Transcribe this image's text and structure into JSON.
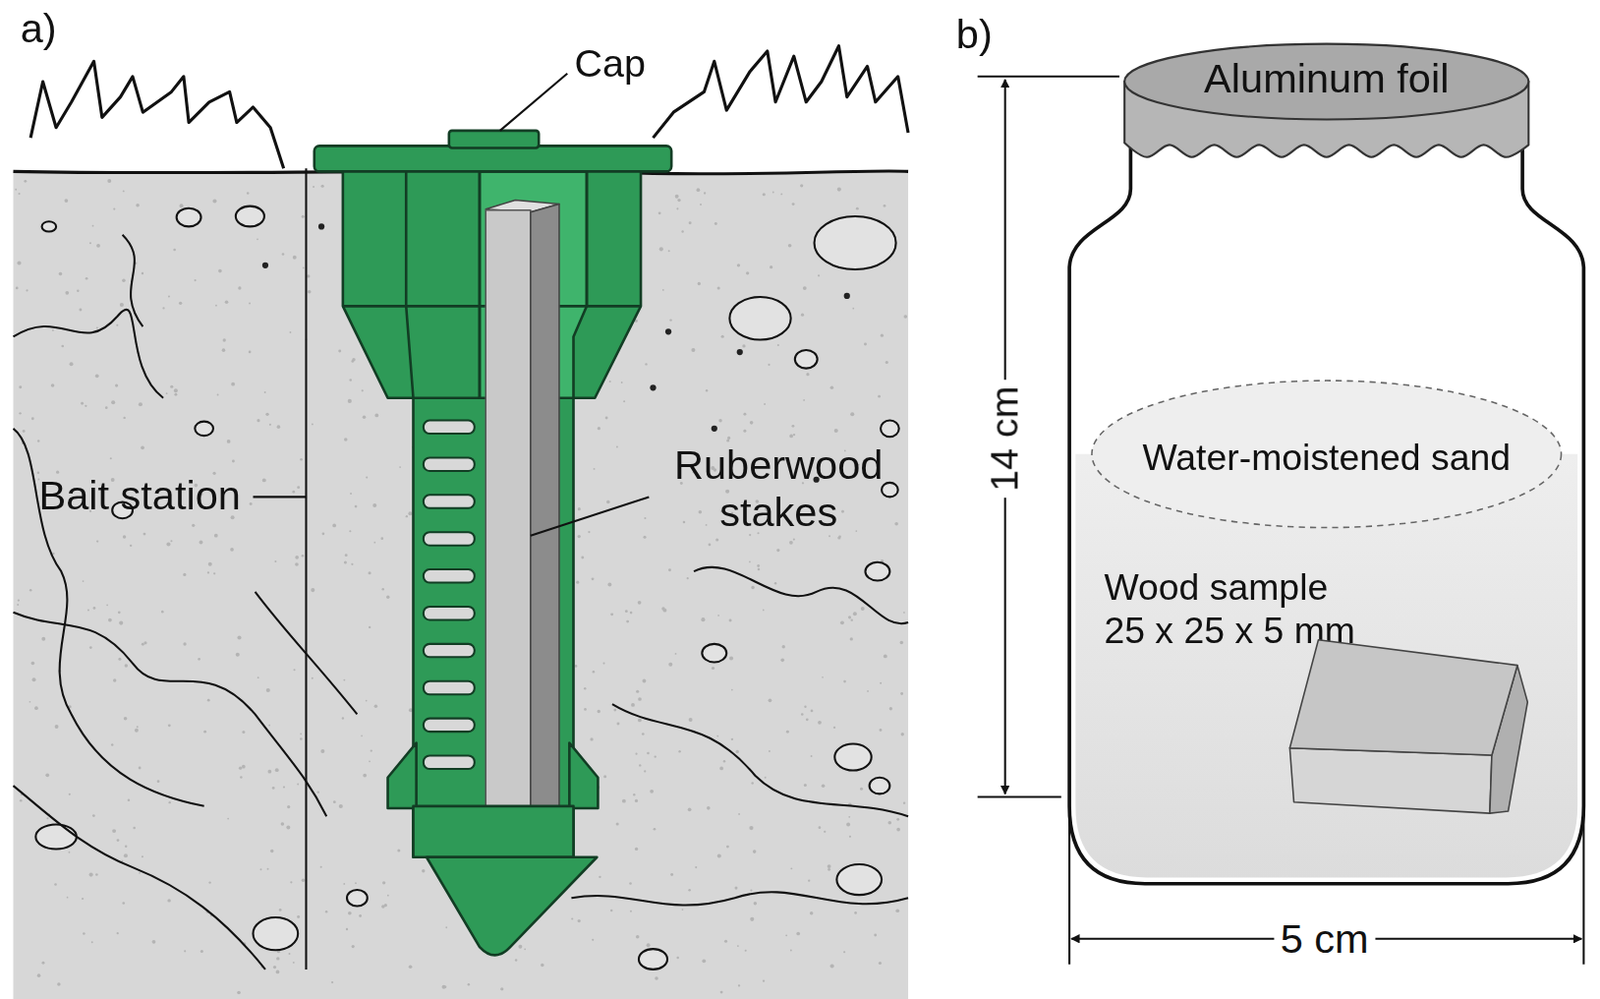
{
  "diagram": {
    "nodes": [
      {
        "text": [
          "Aluminum foil"
        ]
      },
      {
        "text": [
          "Water-moistened sand",
          "Wood sample 25 x 25 x 5 mm"
        ]
      }
    ],
    "labels": [
      "a)",
      "Cap",
      "Bait station",
      "Ruberwood stakes",
      "b)",
      "14 cm",
      "5 cm"
    ]
  }
}
